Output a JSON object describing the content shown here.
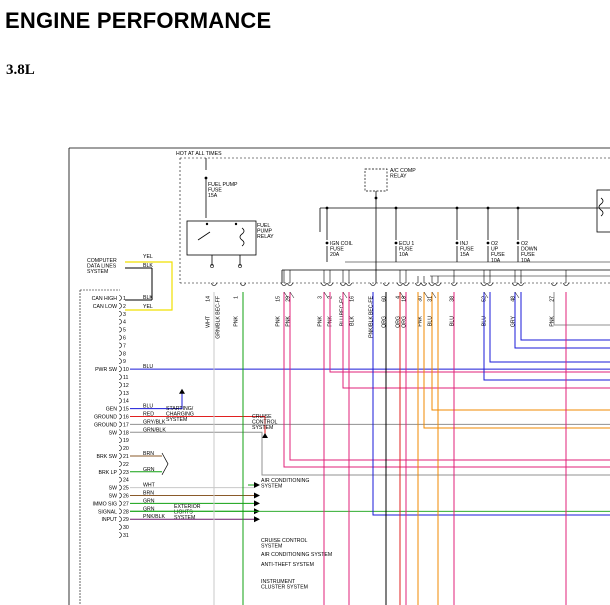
{
  "header": {
    "title": "ENGINE PERFORMANCE",
    "subtitle": "3.8L"
  },
  "diagram": {
    "hot_label": "HOT AT ALL TIMES",
    "fuel_pump_fuse": [
      "FUEL PUMP",
      "FUSE",
      "15A"
    ],
    "fuel_pump_relay": [
      "FUEL",
      "PUMP",
      "RELAY"
    ],
    "ac_comp_relay": [
      "A/C COMP",
      "RELAY"
    ],
    "fuses": [
      {
        "lines": [
          "IGN COIL",
          "FUSE",
          "20A"
        ]
      },
      {
        "lines": [
          "ECU 1",
          "FUSE",
          "10A"
        ]
      },
      {
        "lines": [
          "INJ",
          "FUSE",
          "15A"
        ]
      },
      {
        "lines": [
          "O2",
          "UP",
          "FUSE",
          "10A"
        ]
      },
      {
        "lines": [
          "O2",
          "DOWN",
          "FUSE",
          "10A"
        ]
      }
    ],
    "computer_data_lines": [
      "COMPUTER",
      "DATA LINES",
      "SYSTEM"
    ],
    "data_wires": [
      "YEL",
      "BLK"
    ],
    "pin_numbers_top": [
      "14",
      "BEC-FF",
      "1",
      "15",
      "29",
      "3",
      "2",
      "BEC-FC",
      "16",
      "BEC-FE",
      "60",
      "4",
      "18",
      "30",
      "31",
      "38",
      "52",
      "48",
      "27"
    ],
    "wire_colors_top": [
      "WHT",
      "GRN/BLK",
      "PNK",
      "PNK",
      "PNK",
      "PNK",
      "PNK",
      "BLU",
      "BLK",
      "PNK/BLK",
      "ORG",
      "ORG",
      "ORG",
      "PNK",
      "BLU",
      "BLU",
      "BLU",
      "GRY",
      "PNK"
    ],
    "left_labels": [
      {
        "text": "CAN HIGH",
        "pin": "1",
        "wire": "BLK"
      },
      {
        "text": "CAN LOW",
        "pin": "2",
        "wire": "YEL"
      },
      {
        "text": "PWR SW",
        "pin": "10",
        "wire": "BLU"
      },
      {
        "text": "GEN",
        "pin": "15",
        "wire": "BLU"
      },
      {
        "text": "GROUND",
        "pin": "16",
        "wire": "RED"
      },
      {
        "text": "GROUND",
        "pin": "17",
        "wire": "GRY/BLK"
      },
      {
        "text": "SW",
        "pin": "18",
        "wire": "GRN/BLK"
      },
      {
        "text": "BRK SW",
        "pin": "21",
        "wire": "BRN"
      },
      {
        "text": "BRK LP",
        "pin": "23",
        "wire": "GRN"
      },
      {
        "text": "SW",
        "pin": "25",
        "wire": "WHT"
      },
      {
        "text": "SW",
        "pin": "26",
        "wire": "BRN"
      },
      {
        "text": "IMMO SIG",
        "pin": "27",
        "wire": "GRN"
      },
      {
        "text": "SIGNAL",
        "pin": "28",
        "wire": "GRN"
      },
      {
        "text": "INPUT",
        "pin": "29",
        "wire": "PNK/BLK"
      }
    ],
    "other_pins": [
      "3",
      "4",
      "5",
      "6",
      "7",
      "8",
      "9",
      "11",
      "12",
      "13",
      "14",
      "19",
      "20",
      "22",
      "24",
      "30",
      "31"
    ],
    "systems": {
      "starting_charging": [
        "STARTING/",
        "CHARGING",
        "SYSTEM"
      ],
      "cruise_control": [
        "CRUISE",
        "CONTROL",
        "SYSTEM"
      ],
      "air_conditioning": [
        "AIR CONDITIONING",
        "SYSTEM"
      ],
      "exterior_lights": [
        "EXTERIOR",
        "LIGHTS",
        "SYSTEM"
      ],
      "cruise_control_2": [
        "CRUISE CONTROL",
        "SYSTEM"
      ],
      "air_conditioning_2": "AIR CONDITIONING SYSTEM",
      "anti_theft": "ANTI-THEFT SYSTEM",
      "instrument_cluster": [
        "INSTRUMENT",
        "CLUSTER SYSTEM"
      ]
    },
    "colors": {
      "pink": "#e0207a",
      "red": "#e02020",
      "orange": "#f08a00",
      "blue": "#1a1ad8",
      "green": "#10a010",
      "yellow": "#f0e000",
      "gray": "#909090",
      "black": "#000000"
    }
  }
}
